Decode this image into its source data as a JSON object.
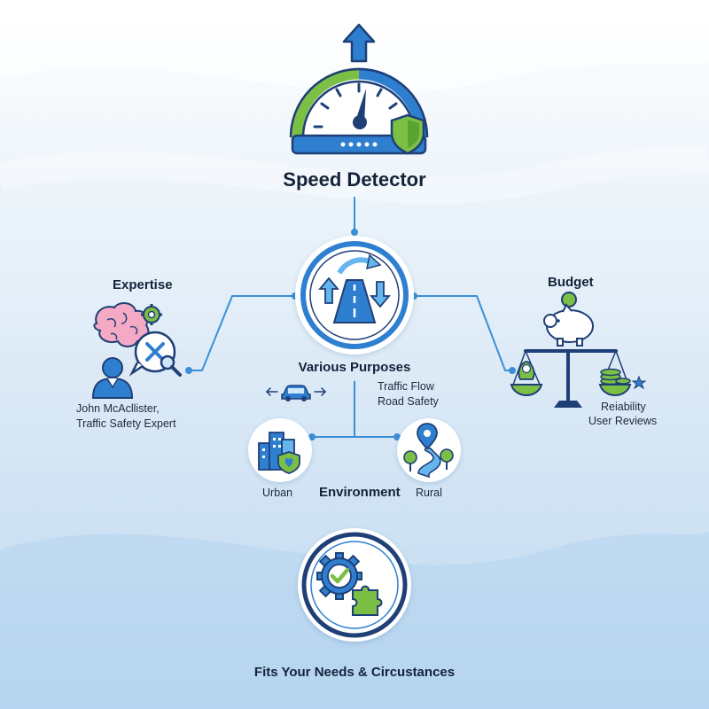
{
  "title": "Speed Detector",
  "center": {
    "label": "Various Purposes",
    "purposes": [
      "Traffic Flow",
      "Road Safety"
    ]
  },
  "expertise": {
    "heading": "Expertise",
    "person": "John McAcllister,",
    "role": "Traffic Safety Expert"
  },
  "budget": {
    "heading": "Budget",
    "items": [
      "Reiability",
      "User Reviews"
    ]
  },
  "environment": {
    "heading": "Environment",
    "urban": "Urban",
    "rural": "Rural"
  },
  "footer": "Fits Your Needs & Circustances",
  "colors": {
    "navy": "#1f3f77",
    "blue": "#2f7fd0",
    "light_blue": "#66b6ee",
    "green": "#7cbf45",
    "line": "#3a8fd6"
  }
}
